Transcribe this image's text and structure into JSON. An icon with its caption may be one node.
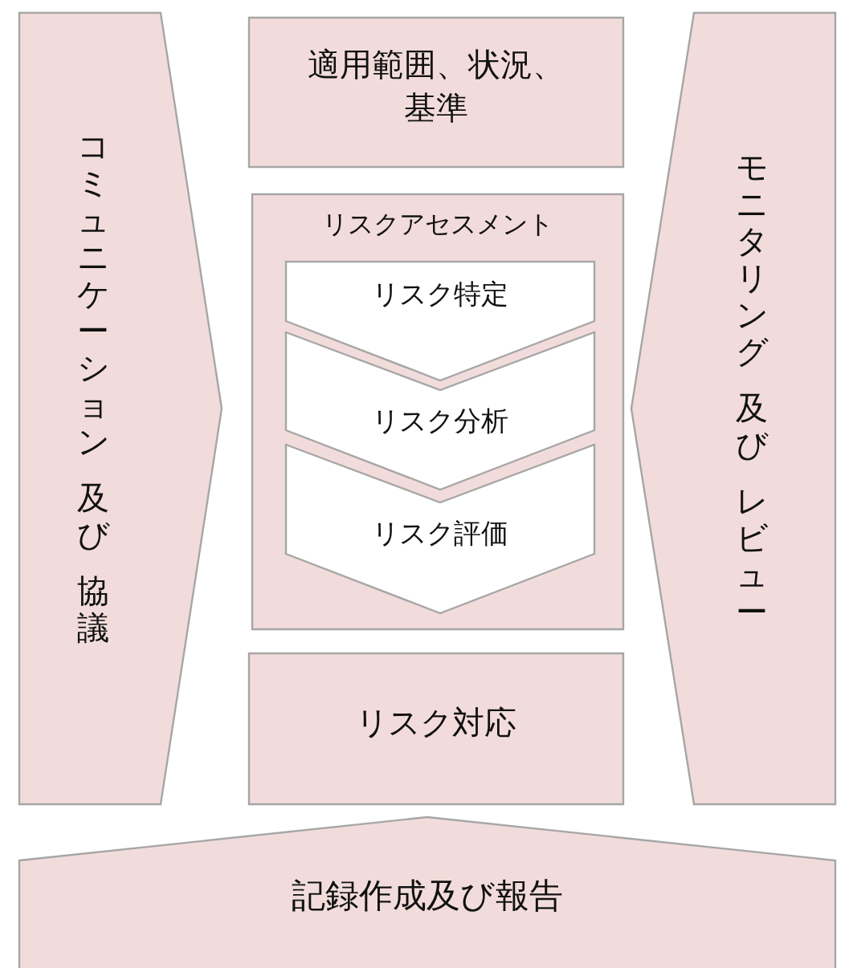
{
  "diagram": {
    "nodes": [
      {
        "text": [
          "コミュニケーション",
          "及び",
          "協議"
        ]
      },
      {
        "text": [
          "適用範囲、状況、基準"
        ]
      },
      {
        "text": [
          "リスクアセスメント"
        ]
      },
      {
        "text": [
          "リスク特定"
        ],
        "in": 2
      },
      {
        "text": [
          "リスク分析"
        ],
        "in": 2
      },
      {
        "text": [
          "リスク評価"
        ],
        "in": 2
      },
      {
        "text": [
          "リスク対応"
        ]
      },
      {
        "text": [
          "モニタリング",
          "及び",
          "レビュー"
        ]
      },
      {
        "text": [
          "記録作成及び報告"
        ]
      }
    ]
  }
}
